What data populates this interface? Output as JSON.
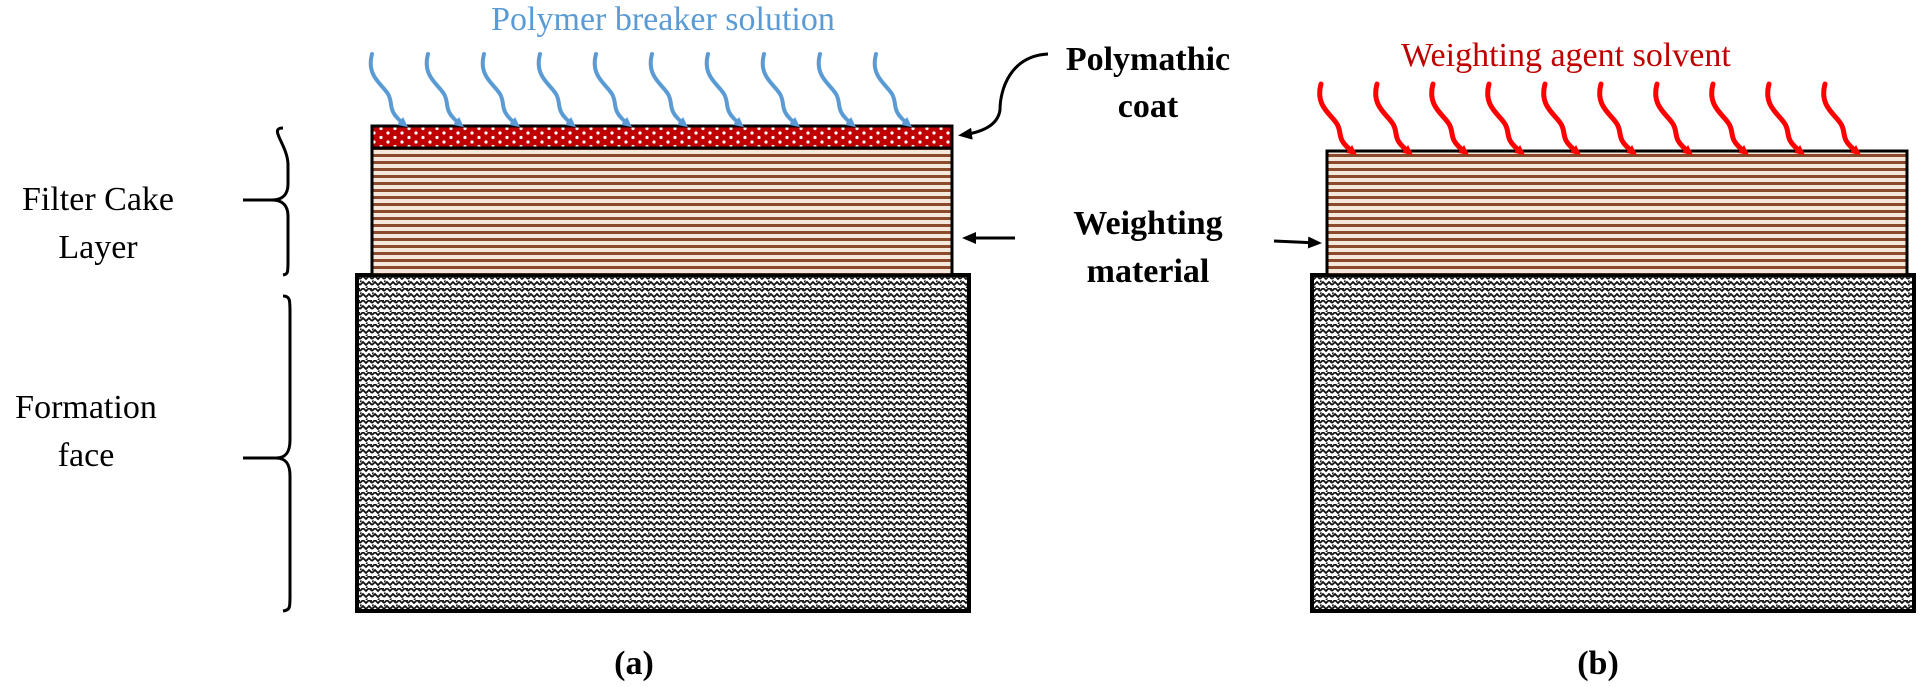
{
  "labels": {
    "polymer_breaker": "Polymer breaker solution",
    "weighting_solvent": "Weighting agent solvent",
    "polymathic_line1": "Polymathic",
    "polymathic_line2": "coat",
    "weighting_line1": "Weighting",
    "weighting_line2": "material",
    "filter_cake_line1": "Filter Cake",
    "filter_cake_line2": "Layer",
    "formation_line1": "Formation",
    "formation_line2": "face",
    "panel_a": "(a)",
    "panel_b": "(b)"
  },
  "colors": {
    "polymer_arrows": "#5b9bd5",
    "solvent_arrows": "#ff0000",
    "solvent_text": "#c00000",
    "coat": "#c00000",
    "cake_stripes": "#8b4a2b",
    "cake_bg": "#f4e8dc",
    "formation_ink": "#111111",
    "outline": "#000000"
  }
}
